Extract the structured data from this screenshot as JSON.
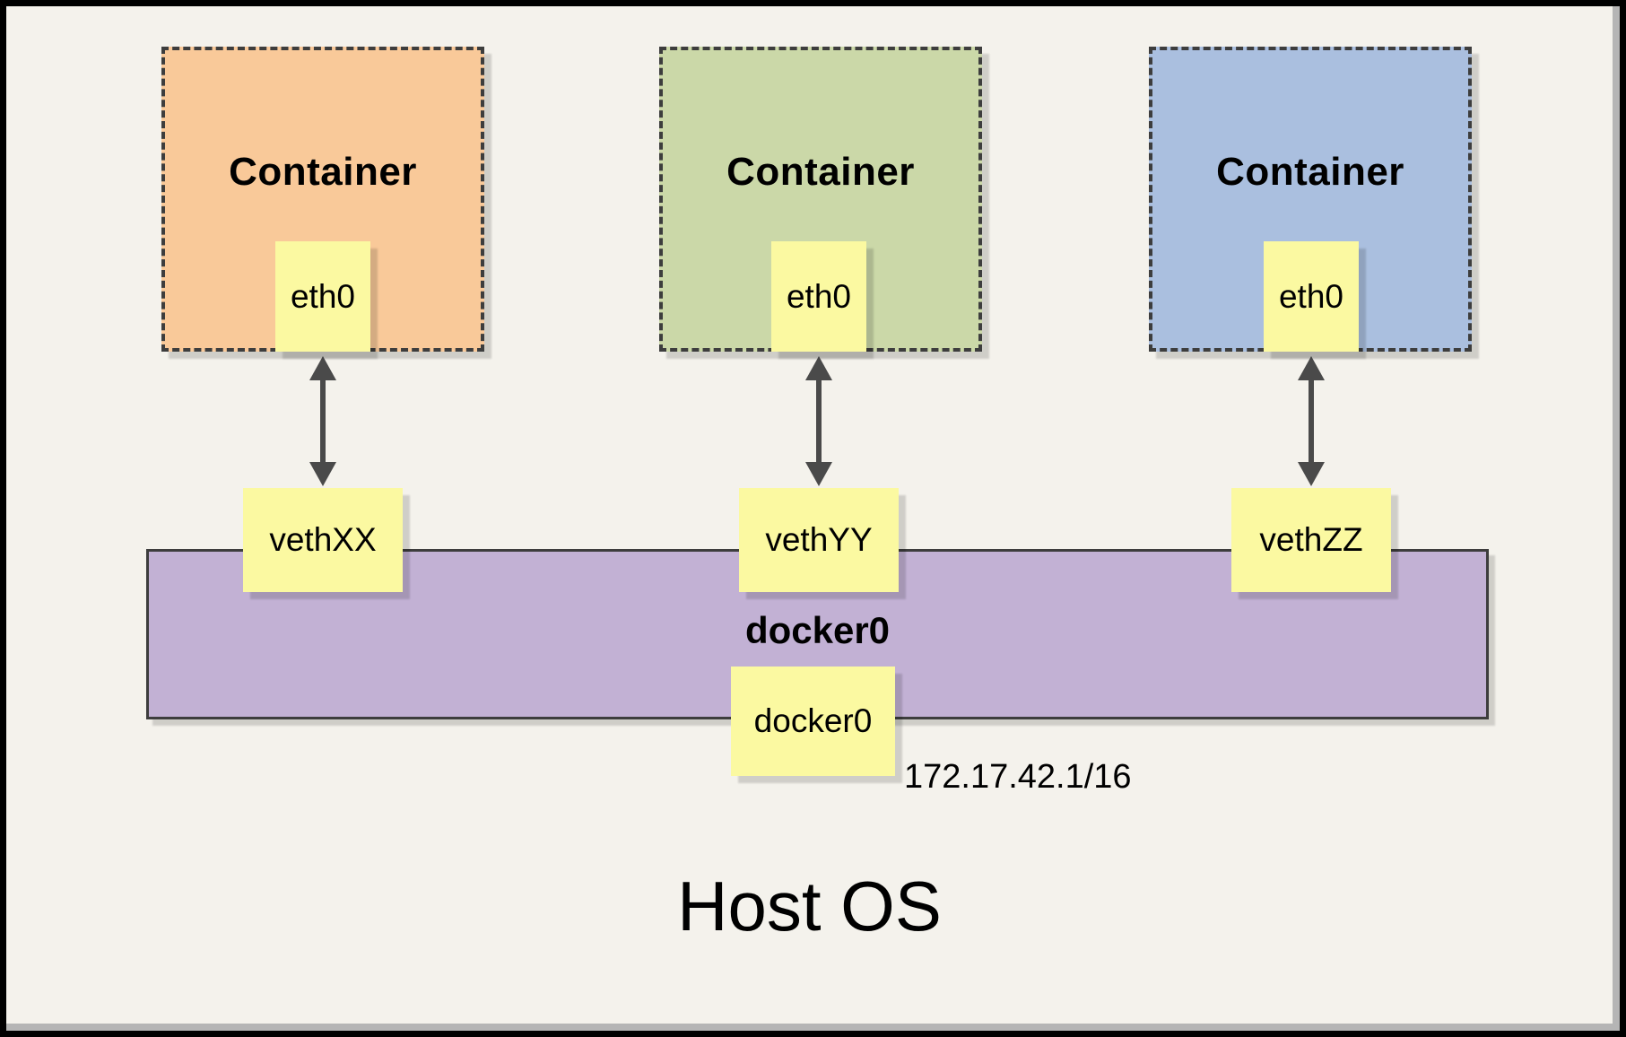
{
  "page": {
    "background": "#F4F2EC",
    "frame_color": "#000000",
    "shadow_strip_color": "#B5B5B5"
  },
  "host": {
    "label": "Host OS"
  },
  "bridge": {
    "title": "docker0",
    "node_label": "docker0",
    "ip": "172.17.42.1/16",
    "fill": "#C2B1D4"
  },
  "node_fill": "#FBF9A1",
  "containers": [
    {
      "title": "Container",
      "interface": "eth0",
      "veth": "vethXX",
      "fill": "#F9C999"
    },
    {
      "title": "Container",
      "interface": "eth0",
      "veth": "vethYY",
      "fill": "#CBD8A8"
    },
    {
      "title": "Container",
      "interface": "eth0",
      "veth": "vethZZ",
      "fill": "#AABFDF"
    }
  ],
  "colors": {
    "dashed_border": "#3D3D3D",
    "arrow": "#4A4A4A"
  }
}
